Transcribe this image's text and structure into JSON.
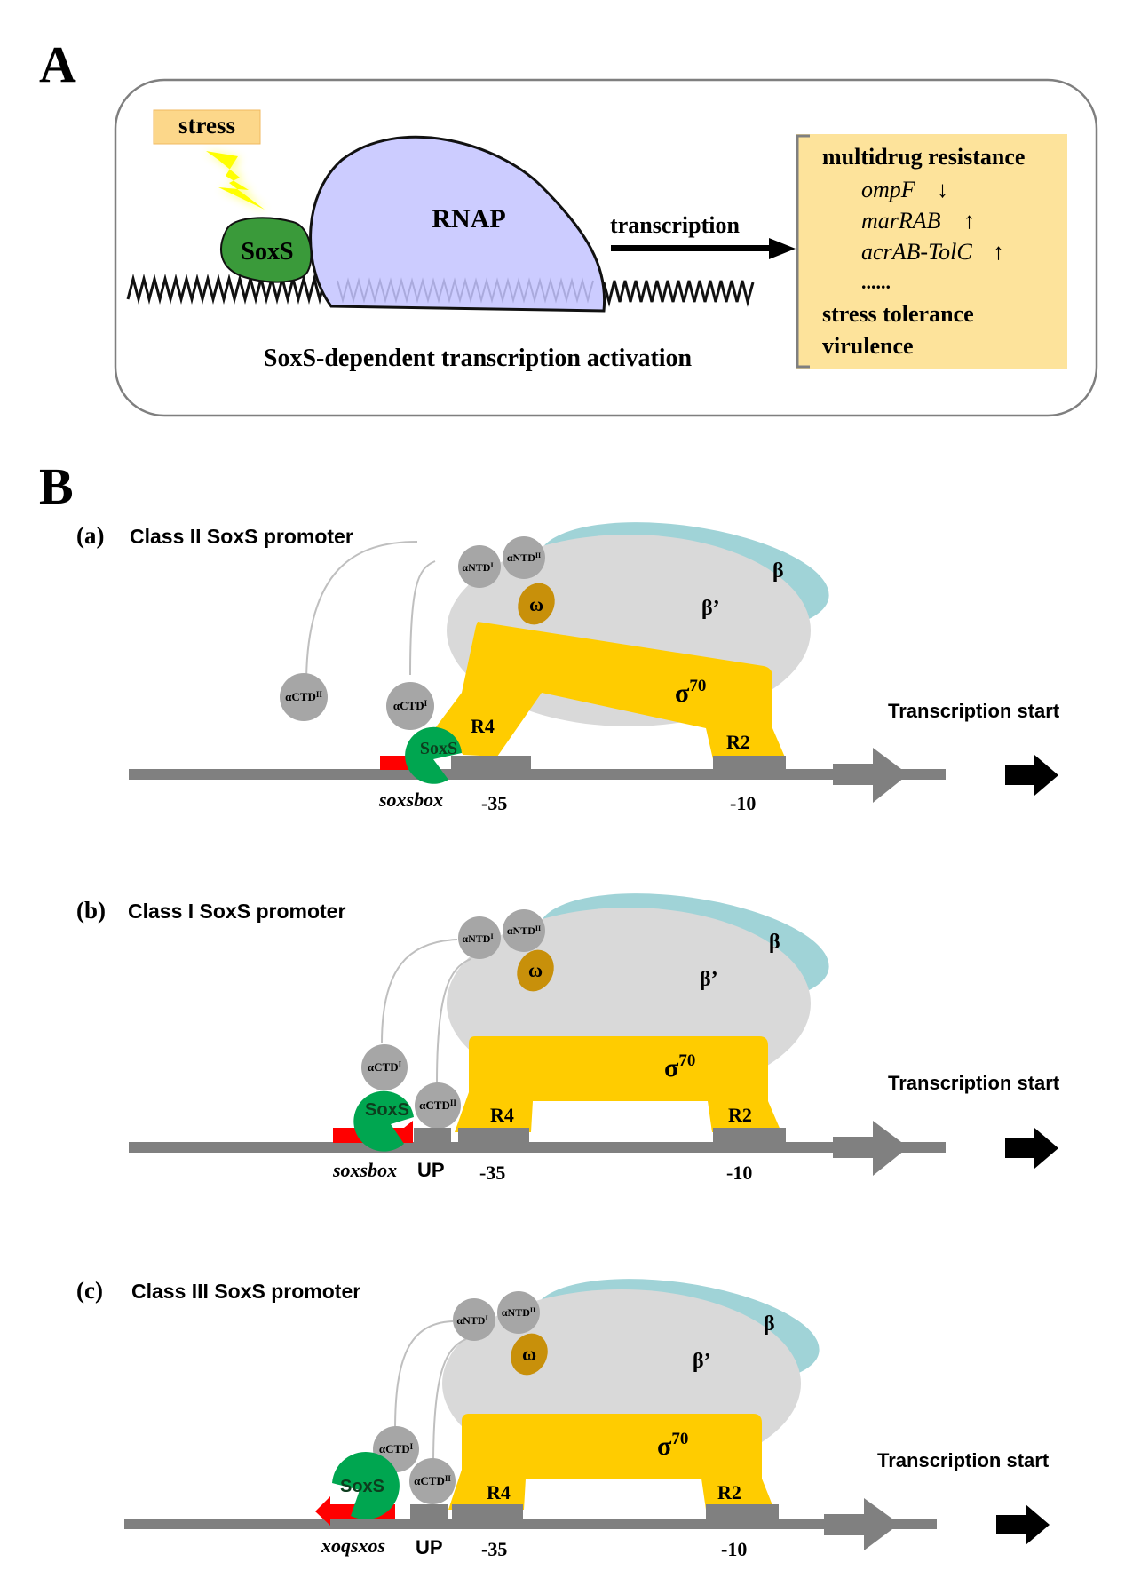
{
  "colors": {
    "rnap_a": "#ccccff",
    "soxs_a": "#3a9a3a",
    "stress_box": "#fcd78a",
    "output_box": "#fde39b",
    "bolt": "#ffff00",
    "beta": "#a0d3d7",
    "beta_prime": "#d9d9d9",
    "sigma": "#ffcc00",
    "omega": "#c8900a",
    "alpha": "#a6a6a6",
    "soxs_b": "#00a650",
    "soxsbox": "#ff0000",
    "dna": "#808080"
  },
  "panelA": {
    "label": "A",
    "stress": "stress",
    "soxs": "SoxS",
    "rnap": "RNAP",
    "transcription": "transcription",
    "caption": "SoxS-dependent transcription activation",
    "outputs": {
      "heading1": "multidrug resistance",
      "genes": [
        {
          "name": "ompF",
          "arrow": "↓"
        },
        {
          "name": "marRAB",
          "arrow": "↑"
        },
        {
          "name": "acrAB-TolC",
          "arrow": "↑"
        }
      ],
      "ellipsis": "......",
      "heading2": "stress tolerance",
      "heading3": "virulence"
    }
  },
  "panelB": {
    "label": "B",
    "subpanels": [
      {
        "tag": "(a)",
        "title": "Class II SoxS promoter",
        "ntd1": "αNTD",
        "ntd1_sup": "I",
        "ntd2": "αNTD",
        "ntd2_sup": "II",
        "ctd1": "αCTD",
        "ctd1_sup": "I",
        "ctd2": "αCTD",
        "ctd2_sup": "II",
        "omega": "ω",
        "beta": "β",
        "beta_prime": "β’",
        "sigma": "σ",
        "sigma_sup": "70",
        "r4": "R4",
        "r2": "R2",
        "soxs": "SoxS",
        "box": "soxsbox",
        "minus35": "-35",
        "minus10": "-10",
        "start": "Transcription start"
      },
      {
        "tag": "(b)",
        "title": "Class I SoxS promoter",
        "ntd1": "αNTD",
        "ntd1_sup": "I",
        "ntd2": "αNTD",
        "ntd2_sup": "II",
        "ctd1": "αCTD",
        "ctd1_sup": "I",
        "ctd2": "αCTD",
        "ctd2_sup": "II",
        "omega": "ω",
        "beta": "β",
        "beta_prime": "β’",
        "sigma": "σ",
        "sigma_sup": "70",
        "r4": "R4",
        "r2": "R2",
        "soxs": "SoxS",
        "box": "soxsbox",
        "up": "UP",
        "minus35": "-35",
        "minus10": "-10",
        "start": "Transcription start"
      },
      {
        "tag": "(c)",
        "title": "Class III SoxS promoter",
        "ntd1": "αNTD",
        "ntd1_sup": "I",
        "ntd2": "αNTD",
        "ntd2_sup": "II",
        "ctd1": "αCTD",
        "ctd1_sup": "I",
        "ctd2": "αCTD",
        "ctd2_sup": "II",
        "omega": "ω",
        "beta": "β",
        "beta_prime": "β’",
        "sigma": "σ",
        "sigma_sup": "70",
        "r4": "R4",
        "r2": "R2",
        "soxs": "SoxS",
        "box": "xoqsxos",
        "up": "UP",
        "minus35": "-35",
        "minus10": "-10",
        "start": "Transcription start"
      }
    ]
  }
}
